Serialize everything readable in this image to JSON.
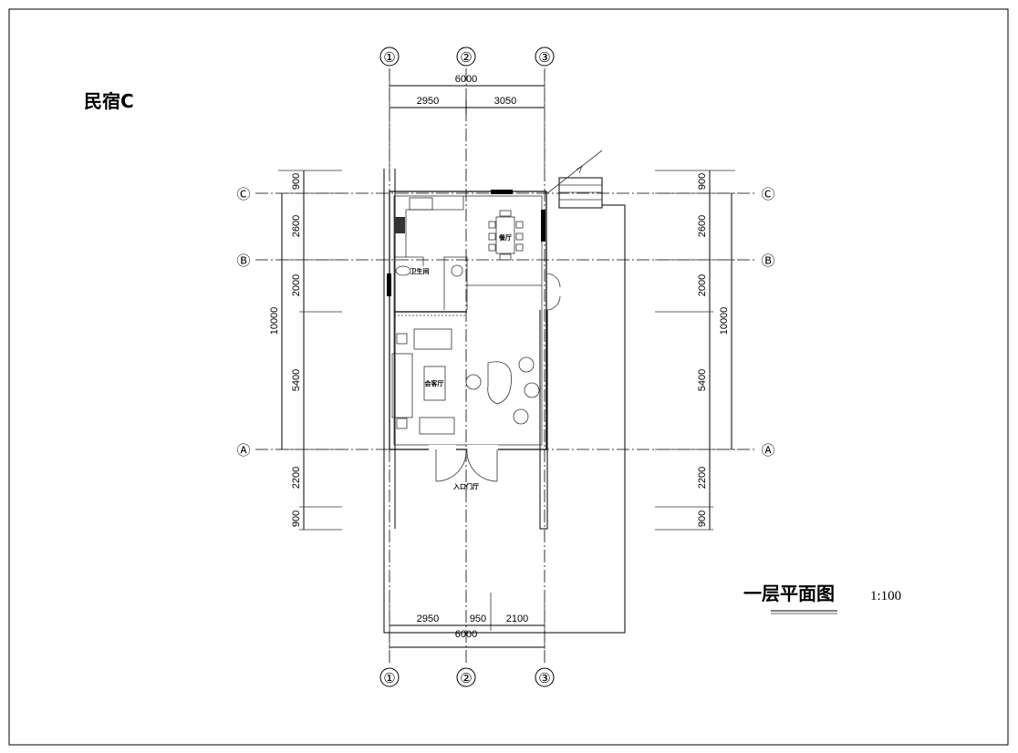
{
  "sheet_title": "民宿C",
  "drawing_title": "一层平面图",
  "scale": "1:100",
  "axes": {
    "vertical": [
      "①",
      "②",
      "③"
    ],
    "horizontal": [
      "Ⓒ",
      "Ⓑ",
      "Ⓐ"
    ]
  },
  "dimensions": {
    "top_total": "6000",
    "top_parts": [
      "2950",
      "3050"
    ],
    "bottom_total": "6000",
    "bottom_parts": [
      "2950",
      "950",
      "2100"
    ],
    "side_total": "10000",
    "side_parts": [
      "900",
      "2600",
      "2000",
      "5400",
      "2200",
      "900"
    ]
  },
  "rooms": {
    "dining": "餐厅",
    "bathroom": "卫生间",
    "living": "会客厅",
    "entrance": "入口门厅"
  }
}
